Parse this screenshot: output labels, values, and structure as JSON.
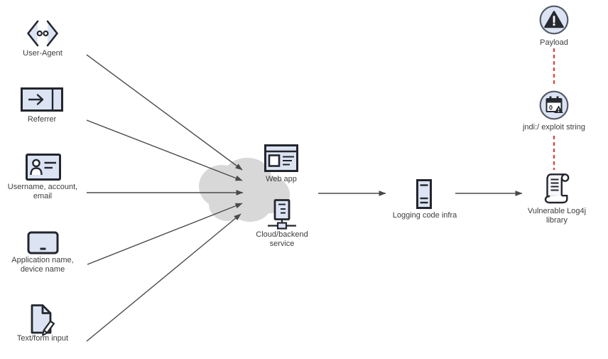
{
  "nodes": {
    "user_agent": {
      "label": "User-Agent",
      "icon": "code-brackets-icon"
    },
    "referrer": {
      "label": "Referrer",
      "icon": "redirect-card-icon"
    },
    "username": {
      "label": "Username, account, email",
      "icon": "contact-card-icon"
    },
    "application": {
      "label": "Application name, device name",
      "icon": "device-screen-icon"
    },
    "text_input": {
      "label": "Text/form input",
      "icon": "document-edit-icon"
    },
    "web_app": {
      "label": "Web app",
      "icon": "browser-window-icon"
    },
    "backend": {
      "label": "Cloud/backend service",
      "icon": "server-network-icon"
    },
    "logging": {
      "label": "Logging code infra",
      "icon": "server-tower-icon"
    },
    "log4j": {
      "label": "Vulnerable Log4j library",
      "icon": "scroll-icon"
    },
    "payload": {
      "label": "Payload",
      "icon": "warning-triangle-circle-icon"
    },
    "jndi": {
      "label": "jndi:/ exploit string",
      "icon": "zero-day-calendar-circle-icon",
      "calendar_glyph": "0"
    }
  },
  "colors": {
    "background": "#ffffff",
    "icon_fill": "#dce4f3",
    "icon_stroke": "#23262d",
    "badge_circle_stroke": "#555b66",
    "glyph_dark": "#26292f",
    "cloud_fill": "#d8d8d8",
    "arrow": "#4a4a4a",
    "exploit_path_red": "#e8332b",
    "label_text": "#3d3d3d"
  }
}
